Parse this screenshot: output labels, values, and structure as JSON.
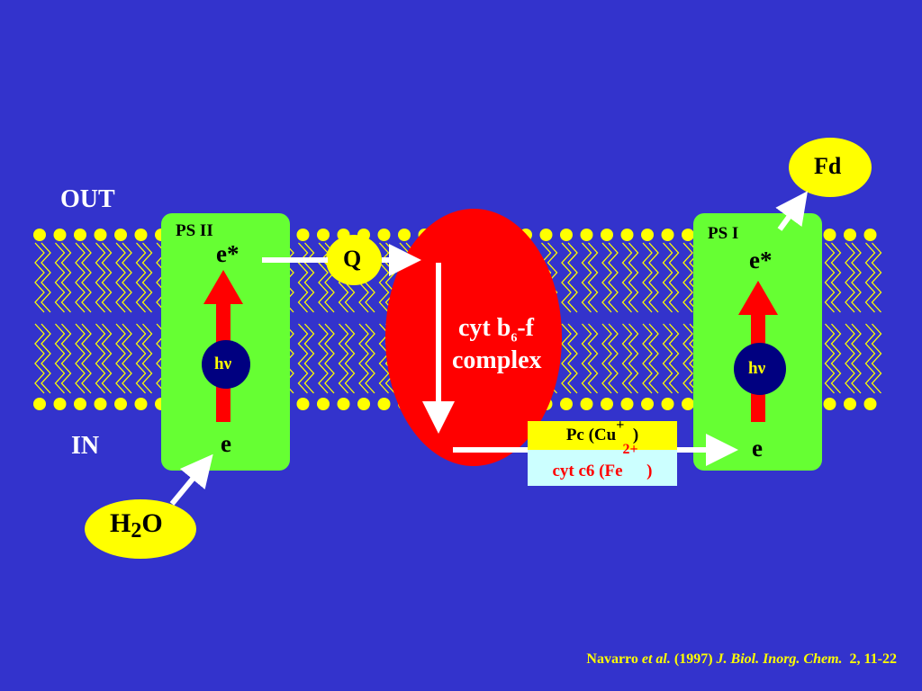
{
  "labels": {
    "out": "OUT",
    "in": "IN",
    "ps2": "PS II",
    "ps1": "PS I",
    "e_star": "e*",
    "e": "e",
    "hv": "hν",
    "q": "Q",
    "fd": "Fd",
    "h2o_h": "H",
    "h2o_sub": "2",
    "h2o_o": "O",
    "cyt_line1_a": "cyt b",
    "cyt_line1_sub": "6",
    "cyt_line1_b": "-f",
    "cyt_line2": "complex",
    "pc_a": "Pc (Cu",
    "pc_sup": "+",
    "pc_b": ")",
    "c6_a": "cyt c6 (Fe",
    "c6_sup": "2+",
    "c6_b": ")"
  },
  "citation": {
    "author": "Navarro",
    "etal": "et al.",
    "year": "(1997)",
    "journal": "J. Biol. Inorg. Chem.",
    "ref": "2, 11-22"
  },
  "colors": {
    "background": "#3333cc",
    "membrane_heads": "#ffff00",
    "photosystem": "#66ff33",
    "complex": "#ff0000",
    "arrow": "#ffffff",
    "excitation": "#ff0000",
    "pigment": "#000080"
  }
}
